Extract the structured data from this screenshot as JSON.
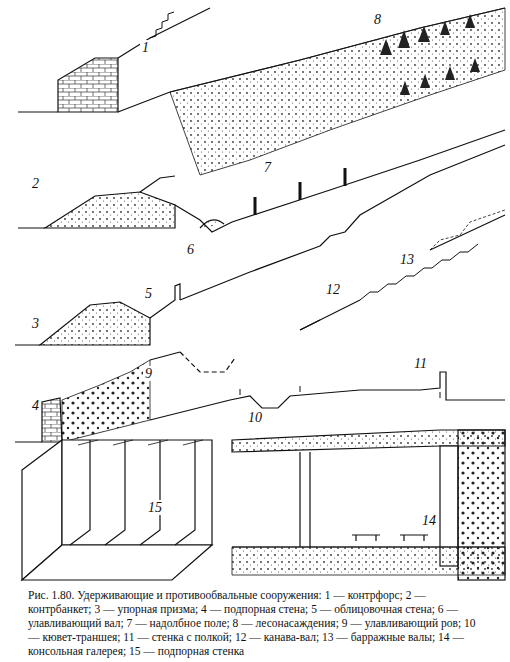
{
  "diagram": {
    "caption": "Рис. 1.80. Удерживающие и противообвальные сооружения: 1 — контрфорс; 2 — контрбанкет; 3 — упорная призма; 4 — подпорная стена; 5 — облицовочная стена; 6 — улавливающий вал; 7 — надолбное поле; 8 — лесонасаждения; 9 — улавливающий ров; 10 — кювет-траншея; 11 — стенка с полкой; 12 — канава-вал; 13 — барражные валы; 14 — консольная галерея; 15 — подпорная стенка",
    "labels": [
      "1",
      "2",
      "3",
      "4",
      "5",
      "6",
      "7",
      "8",
      "9",
      "10",
      "11",
      "12",
      "13",
      "14",
      "15"
    ]
  }
}
